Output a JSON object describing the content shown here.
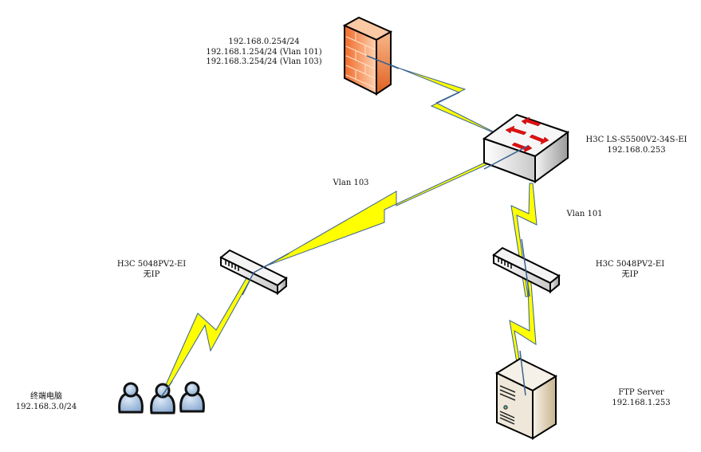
{
  "diagram": {
    "type": "network-topology",
    "nodes": {
      "firewall": {
        "icon": "firewall-icon",
        "label_lines": [
          "192.168.0.254/24",
          "192.168.1.254/24 (Vlan 101)",
          "192.168.3.254/24 (Vlan 103)"
        ]
      },
      "core_switch": {
        "icon": "switch-icon",
        "label_lines": [
          "H3C LS-S5500V2-34S-EI",
          "192.168.0.253"
        ]
      },
      "access_switch_left": {
        "icon": "access-switch-icon",
        "label_lines": [
          "H3C 5048PV2-EI",
          "无IP"
        ]
      },
      "access_switch_right": {
        "icon": "access-switch-icon",
        "label_lines": [
          "H3C 5048PV2-EI",
          "无IP"
        ]
      },
      "terminals": {
        "icon": "users-icon",
        "label_lines": [
          "终端电脑",
          "192.168.3.0/24"
        ]
      },
      "ftp_server": {
        "icon": "server-icon",
        "label_lines": [
          "FTP Server",
          "192.168.1.253"
        ]
      }
    },
    "links": [
      {
        "from": "firewall",
        "to": "core_switch",
        "label": ""
      },
      {
        "from": "core_switch",
        "to": "access_switch_left",
        "label": "Vlan 103"
      },
      {
        "from": "core_switch",
        "to": "access_switch_right",
        "label": "Vlan 101"
      },
      {
        "from": "access_switch_left",
        "to": "terminals",
        "label": ""
      },
      {
        "from": "access_switch_right",
        "to": "ftp_server",
        "label": ""
      }
    ],
    "colors": {
      "bolt_fill": "#ffff00",
      "bolt_stroke": "#3a6290",
      "firewall": "#f08040",
      "switch_body": "#e8e8e8",
      "switch_arrows": "#e01010",
      "user_fill": "#a9c3e0",
      "server_body": "#ece4d4"
    }
  }
}
